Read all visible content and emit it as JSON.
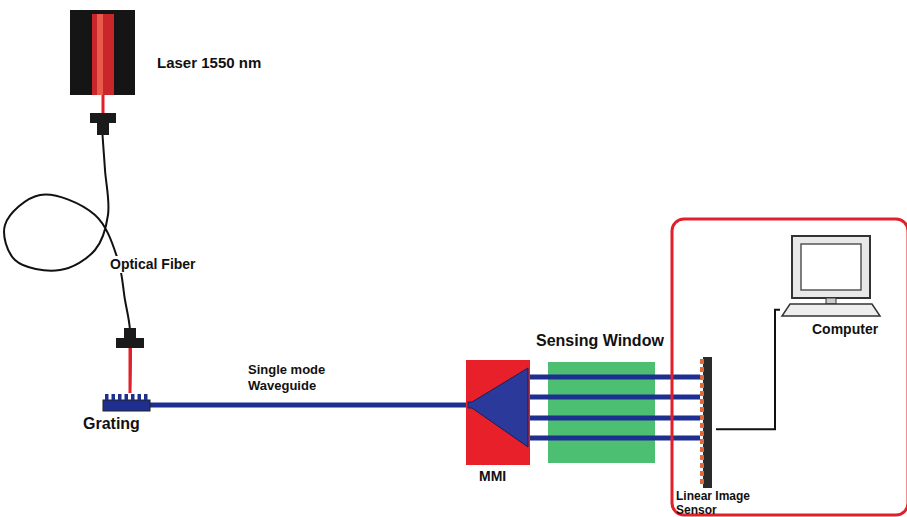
{
  "diagram": {
    "nodes": [
      {
        "text": [
          "Laser 1550 nm"
        ]
      },
      {
        "text": [
          "Grating"
        ]
      },
      {
        "text": [
          "MMI"
        ]
      },
      {
        "text": [
          "Sensing Window"
        ]
      },
      {
        "text": [
          "Linear Image Sensor"
        ]
      },
      {
        "text": [
          "Computer"
        ]
      }
    ],
    "edges": [
      {
        "from": 0,
        "to": 1,
        "arrow": "none",
        "label": "Optical Fiber"
      },
      {
        "from": 1,
        "to": 2,
        "arrow": "none",
        "label": "Single mode Waveguide"
      },
      {
        "from": 2,
        "to": 3,
        "arrow": "none"
      },
      {
        "from": 3,
        "to": 4,
        "arrow": "none"
      },
      {
        "from": 4,
        "to": 5,
        "arrow": "none"
      }
    ]
  }
}
